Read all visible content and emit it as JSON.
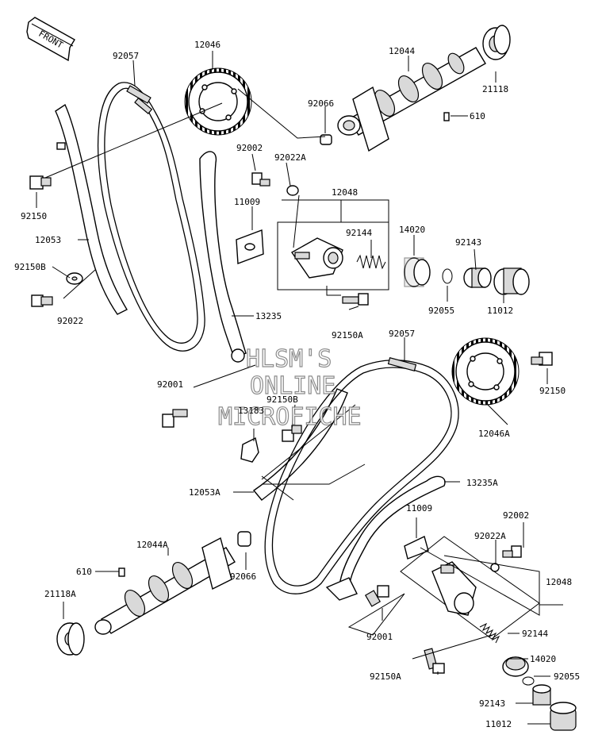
{
  "front_arrow": {
    "label": "FRONT"
  },
  "watermark": [
    "HLSM'S",
    "ONLINE",
    "MICROFICHE"
  ],
  "parts": [
    {
      "id": "p-12046-top",
      "label": "12046"
    },
    {
      "id": "p-92057-top",
      "label": "92057"
    },
    {
      "id": "p-12044",
      "label": "12044"
    },
    {
      "id": "p-21118",
      "label": "21118"
    },
    {
      "id": "p-92066-top",
      "label": "92066"
    },
    {
      "id": "p-610-top",
      "label": "610"
    },
    {
      "id": "p-92002-top",
      "label": "92002"
    },
    {
      "id": "p-92022A-top",
      "label": "92022A"
    },
    {
      "id": "p-92150-left",
      "label": "92150"
    },
    {
      "id": "p-11009-top",
      "label": "11009"
    },
    {
      "id": "p-12048-top",
      "label": "12048"
    },
    {
      "id": "p-12053",
      "label": "12053"
    },
    {
      "id": "p-92144-top",
      "label": "92144"
    },
    {
      "id": "p-14020-top",
      "label": "14020"
    },
    {
      "id": "p-92143-top",
      "label": "92143"
    },
    {
      "id": "p-92150B-left",
      "label": "92150B"
    },
    {
      "id": "p-92022",
      "label": "92022"
    },
    {
      "id": "p-92055-top",
      "label": "92055"
    },
    {
      "id": "p-11012-top",
      "label": "11012"
    },
    {
      "id": "p-13235",
      "label": "13235"
    },
    {
      "id": "p-92150A-top",
      "label": "92150A"
    },
    {
      "id": "p-92057-mid",
      "label": "92057"
    },
    {
      "id": "p-92001-top",
      "label": "92001"
    },
    {
      "id": "p-92150B-mid",
      "label": "92150B"
    },
    {
      "id": "p-13183",
      "label": "13183"
    },
    {
      "id": "p-92150-right",
      "label": "92150"
    },
    {
      "id": "p-12046A",
      "label": "12046A"
    },
    {
      "id": "p-12053A",
      "label": "12053A"
    },
    {
      "id": "p-13235A",
      "label": "13235A"
    },
    {
      "id": "p-11009-bot",
      "label": "11009"
    },
    {
      "id": "p-92002-bot",
      "label": "92002"
    },
    {
      "id": "p-92022A-bot",
      "label": "92022A"
    },
    {
      "id": "p-12044A",
      "label": "12044A"
    },
    {
      "id": "p-610-bot",
      "label": "610"
    },
    {
      "id": "p-92066-bot",
      "label": "92066"
    },
    {
      "id": "p-12048-bot",
      "label": "12048"
    },
    {
      "id": "p-21118A",
      "label": "21118A"
    },
    {
      "id": "p-92144-bot",
      "label": "92144"
    },
    {
      "id": "p-92001-bot",
      "label": "92001"
    },
    {
      "id": "p-14020-bot",
      "label": "14020"
    },
    {
      "id": "p-92150A-bot",
      "label": "92150A"
    },
    {
      "id": "p-92055-bot",
      "label": "92055"
    },
    {
      "id": "p-92143-bot",
      "label": "92143"
    },
    {
      "id": "p-11012-bot",
      "label": "11012"
    }
  ]
}
